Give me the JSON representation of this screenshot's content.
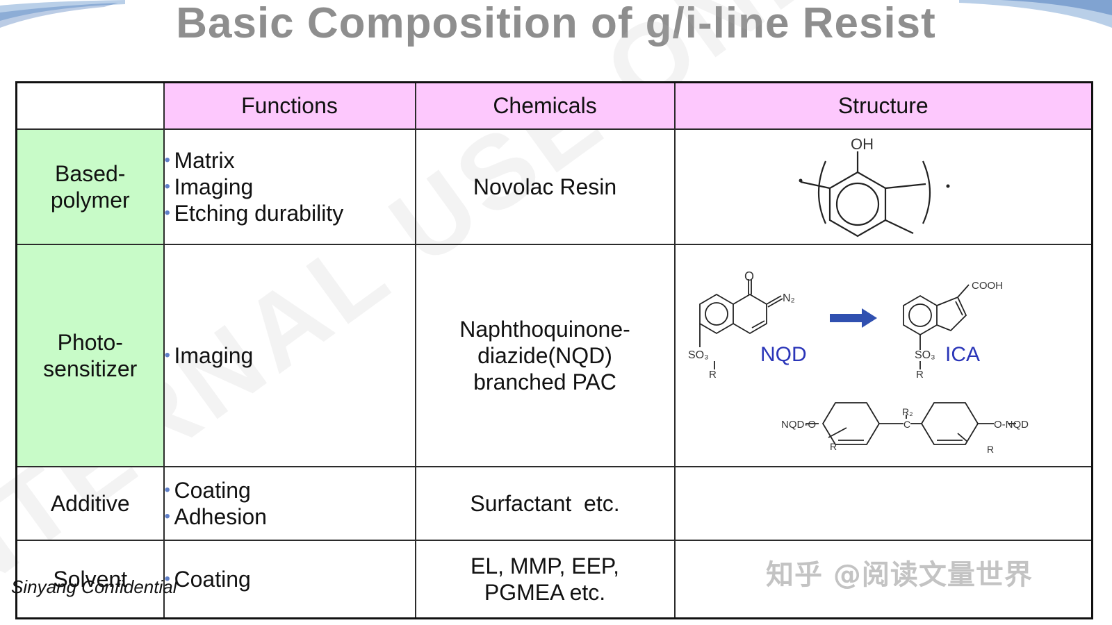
{
  "title": "Basic Composition of g/i-line Resist",
  "watermark": "INTERNAL USE ONLY",
  "headers": {
    "functions": "Functions",
    "chemicals": "Chemicals",
    "structure": "Structure"
  },
  "rows": [
    {
      "label_lines": [
        "Based-",
        "polymer"
      ],
      "functions": [
        "Matrix",
        "Imaging",
        "Etching durability"
      ],
      "chemical_lines": [
        "Novolac Resin"
      ],
      "structure_labels": [
        "OH"
      ]
    },
    {
      "label_lines": [
        "Photo-",
        "sensitizer"
      ],
      "functions": [
        "Imaging"
      ],
      "chemical_lines": [
        "Naphthoquinone-",
        "diazide(NQD)",
        "branched PAC"
      ],
      "structure_labels": [
        "O",
        "N₂",
        "SO₃",
        "R",
        "NQD",
        "COOH",
        "SO₃",
        "R",
        "ICA",
        "NQD-O",
        "R₂",
        "C",
        "O-NQD",
        "R",
        "R"
      ]
    },
    {
      "label_lines": [
        "Additive"
      ],
      "functions": [
        "Coating",
        "Adhesion"
      ],
      "chemical_lines": [
        "Surfactant  etc."
      ]
    },
    {
      "label_lines": [
        "Solvent"
      ],
      "functions": [
        "Coating"
      ],
      "chemical_lines": [
        "EL, MMP, EEP,",
        "PGMEA etc."
      ]
    }
  ],
  "footer": {
    "confidential": "Sinyang Confidential",
    "watermark_credit": "知乎 @阅读文量世界"
  },
  "colors": {
    "header_bg": "#fdc8fd",
    "label_green": "#c8fbc8",
    "title_gray": "#8e8e8e",
    "arrow_blue": "#3050b0",
    "label_blue": "#2a35b8"
  }
}
